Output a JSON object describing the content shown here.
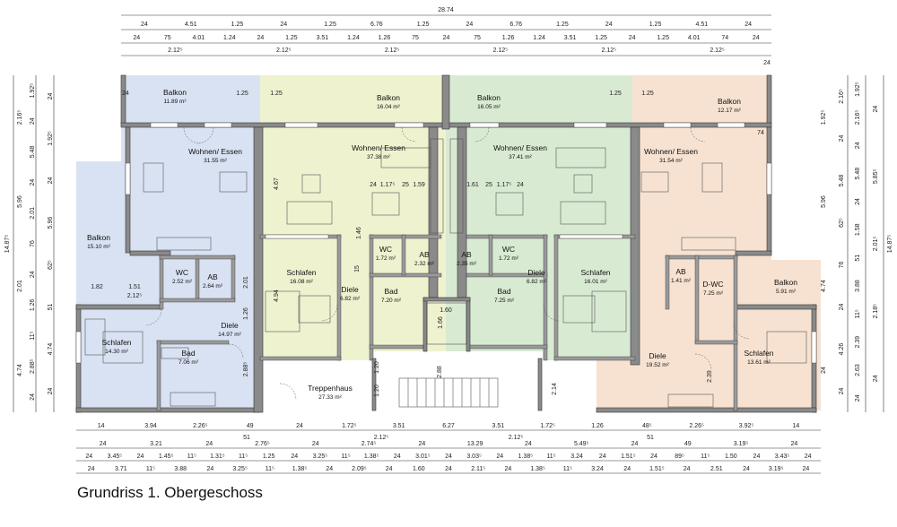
{
  "caption": "Grundriss 1. Obergeschoss",
  "colors": {
    "unit_left": "#d9e2f3",
    "unit_center_left": "#eef2cf",
    "unit_center_right": "#d9ead3",
    "unit_right": "#f7e2d1",
    "wall": "#8a8a8a"
  },
  "rooms": [
    {
      "id": "balkon-1",
      "name": "Balkon",
      "area": "11.89 m²"
    },
    {
      "id": "wohnen-1",
      "name": "Wohnen/ Essen",
      "area": "31.55 m²"
    },
    {
      "id": "balkon-1b",
      "name": "Balkon",
      "area": "15.10 m²"
    },
    {
      "id": "wc-1",
      "name": "WC",
      "area": "2.52 m²"
    },
    {
      "id": "ab-1",
      "name": "AB",
      "area": "2.64 m²"
    },
    {
      "id": "schlafen-1",
      "name": "Schlafen",
      "area": "14.30 m²"
    },
    {
      "id": "diele-1",
      "name": "Diele",
      "area": "14.97 m²"
    },
    {
      "id": "bad-1",
      "name": "Bad",
      "area": "7.06 m²"
    },
    {
      "id": "balkon-2",
      "name": "Balkon",
      "area": "16.04 m²"
    },
    {
      "id": "wohnen-2",
      "name": "Wohnen/ Essen",
      "area": "37.38 m²"
    },
    {
      "id": "wc-2",
      "name": "WC",
      "area": "1.72 m²"
    },
    {
      "id": "ab-2",
      "name": "AB",
      "area": "2.32 m²"
    },
    {
      "id": "schlafen-2",
      "name": "Schlafen",
      "area": "16.08 m²"
    },
    {
      "id": "diele-2",
      "name": "Diele",
      "area": "6.82 m²"
    },
    {
      "id": "bad-2",
      "name": "Bad",
      "area": "7.20 m²"
    },
    {
      "id": "treppenhaus",
      "name": "Treppenhaus",
      "area": "27.33 m²"
    },
    {
      "id": "balkon-3",
      "name": "Balkon",
      "area": "16.05 m²"
    },
    {
      "id": "wohnen-3",
      "name": "Wohnen/ Essen",
      "area": "37.41 m²"
    },
    {
      "id": "ab-3",
      "name": "AB",
      "area": "2.35 m²"
    },
    {
      "id": "wc-3",
      "name": "WC",
      "area": "1.72 m²"
    },
    {
      "id": "diele-3",
      "name": "Diele",
      "area": "6.82 m²"
    },
    {
      "id": "bad-3",
      "name": "Bad",
      "area": "7.25 m²"
    },
    {
      "id": "schlafen-3",
      "name": "Schlafen",
      "area": "16.01 m²"
    },
    {
      "id": "balkon-4",
      "name": "Balkon",
      "area": "12.17 m²"
    },
    {
      "id": "wohnen-4",
      "name": "Wohnen/ Essen",
      "area": "31.54 m²"
    },
    {
      "id": "ab-4",
      "name": "AB",
      "area": "1.41 m²"
    },
    {
      "id": "dwc-4",
      "name": "D-WC",
      "area": "7.25 m²"
    },
    {
      "id": "balkon-4b",
      "name": "Balkon",
      "area": "5.91 m²"
    },
    {
      "id": "diele-4",
      "name": "Diele",
      "area": "19.52 m²"
    },
    {
      "id": "schlafen-4",
      "name": "Schlafen",
      "area": "13.61 m²"
    }
  ],
  "dimensions": {
    "top_total": "28.74",
    "top_row1": [
      "24",
      "4.51",
      "1.25",
      "24",
      "1.25",
      "6.76",
      "1.25",
      "24",
      "6.76",
      "1.25",
      "24",
      "1.25",
      "4.51",
      "24"
    ],
    "top_row2": [
      "24",
      "75",
      "4.01",
      "1.24",
      "24",
      "1.25",
      "3.51",
      "1.24",
      "1.26",
      "75",
      "24",
      "75",
      "1.26",
      "1.24",
      "3.51",
      "1.25",
      "24",
      "1.25",
      "4.01",
      "74",
      "24"
    ],
    "top_row3": [
      "2.12⁵",
      "2.12⁵",
      "2.12⁵",
      "2.12⁵",
      "2.12⁵",
      "2.12⁵"
    ],
    "bottom_row1": [
      "14",
      "3.94",
      "2.26⁵",
      "49",
      "24",
      "1.72⁵",
      "3.51",
      "6.27",
      "3.51",
      "1.72⁵",
      "1.26",
      "48⁵",
      "2.26⁵",
      "3.92⁵",
      "14"
    ],
    "bottom_row2": [
      "51",
      "2.12⁵",
      "2.12⁵",
      "51"
    ],
    "bottom_row3": [
      "24",
      "3.21",
      "24",
      "2.76⁵",
      "24",
      "2.74⁵",
      "24",
      "13.29",
      "24",
      "5.49⁵",
      "24",
      "49",
      "3.19⁵",
      "24"
    ],
    "bottom_row4": [
      "24",
      "3.45⁵",
      "24",
      "1.45⁵",
      "11⁵",
      "1.31⁵",
      "11⁵",
      "1.25",
      "24",
      "3.25⁵",
      "11⁵",
      "1.38⁵",
      "24",
      "3.01⁵",
      "24",
      "3.03⁵",
      "24",
      "1.38⁵",
      "11⁵",
      "3.24",
      "24",
      "1.51⁵",
      "24",
      "89⁵",
      "11⁵",
      "1.50",
      "24",
      "3.43⁵",
      "24"
    ],
    "bottom_row5": [
      "24",
      "3.71",
      "11⁵",
      "3.88",
      "24",
      "3.25⁵",
      "11⁵",
      "1.38⁵",
      "24",
      "2.09⁵",
      "24",
      "1.60",
      "24",
      "2.11⁵",
      "24",
      "1.38⁵",
      "11⁵",
      "3.24",
      "24",
      "1.51⁵",
      "24",
      "2.51",
      "24",
      "3.19⁵",
      "24"
    ],
    "left_total": "14.87⁵",
    "left_col1": [
      "2.16⁵",
      "5.96",
      "2.01",
      "4.74"
    ],
    "left_col2": [
      "1.92⁵",
      "24",
      "5.48",
      "24",
      "2.01",
      "76",
      "24",
      "1.26",
      "11⁵",
      "2.88⁵",
      "24"
    ],
    "left_col3": [
      "24",
      "1.92⁵",
      "24",
      "5.96",
      "62⁵",
      "51",
      "4.74",
      "24"
    ],
    "right_total": "14.87⁵",
    "right_col1": [
      "1.92⁵",
      "5.96",
      "4.74",
      "24"
    ],
    "right_col2": [
      "2.16⁵",
      "24",
      "5.48",
      "62⁵",
      "76",
      "24",
      "4.26",
      "24"
    ],
    "right_col3": [
      "1.92⁵",
      "2.16⁵",
      "24",
      "5.48",
      "24",
      "1.58",
      "51",
      "3.88",
      "11⁵",
      "2.39",
      "2.63",
      "24"
    ],
    "right_col4": [
      "24",
      "5.85⁵",
      "2.01⁵",
      "2.18⁵",
      "24"
    ],
    "inner": [
      "1.25",
      "1.25",
      "1.25",
      "1.25",
      "24",
      "24",
      "74",
      "4.67",
      "4.94",
      "2.01",
      "1.26",
      "2.88⁵",
      "1.82",
      "1.51",
      "2.12⁵",
      "24",
      "1.17⁵",
      "25",
      "1.59",
      "1.61",
      "25",
      "1.17⁵",
      "24",
      "1.46",
      "15",
      "1.60",
      "1.66",
      "1.20",
      "1.20",
      "2.88",
      "2.14",
      "2.39"
    ]
  }
}
